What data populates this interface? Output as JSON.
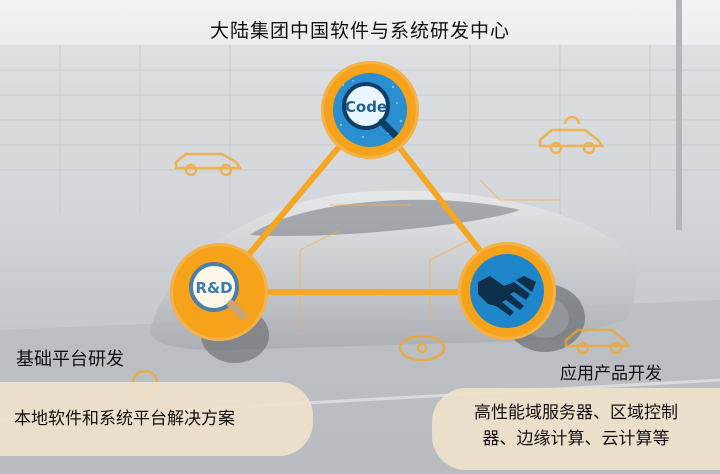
{
  "diagram": {
    "title": "大陆集团中国软件与系统研发中心",
    "nodes": [
      {
        "id": "code",
        "icon": "code-magnifier-icon",
        "text": "Code"
      },
      {
        "id": "rnd",
        "icon": "rnd-magnifier-icon",
        "text": "R&D"
      },
      {
        "id": "handshake",
        "icon": "handshake-icon"
      }
    ],
    "left": {
      "label": "基础平台研发",
      "description": "本地软件和系统平台解决方案"
    },
    "right": {
      "label": "应用产品开发",
      "description_line1": "高性能域服务器、区域控制",
      "description_line2": "器、边缘计算、云计算等"
    },
    "colors": {
      "accent": "#f7a21b",
      "line": "#f5a623",
      "box": "#eee1cb",
      "code_bg": "#2a8fd0",
      "handshake_bg": "#1f86c9"
    }
  }
}
